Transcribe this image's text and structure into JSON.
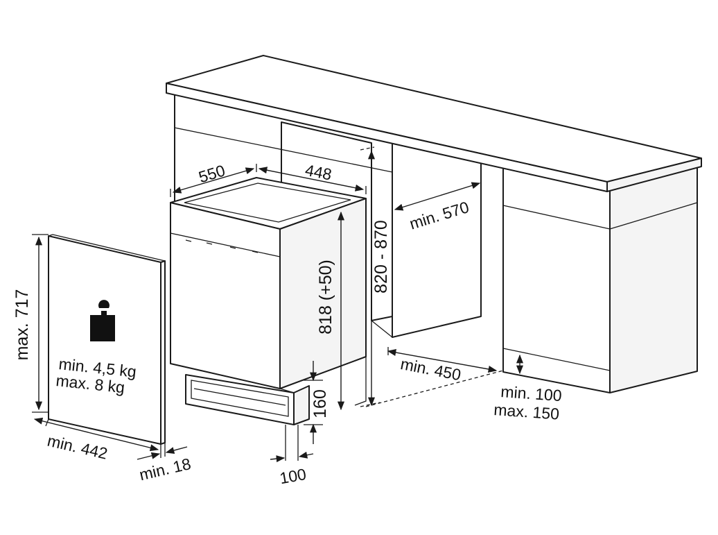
{
  "colors": {
    "line": "#1a1a1a",
    "background": "#ffffff",
    "side_shade": "#f4f4f4"
  },
  "icons": {
    "weight": "weight-icon"
  },
  "dimensions": {
    "appliance_depth": "550",
    "appliance_width": "448",
    "appliance_height": "818 (+50)",
    "niche_height": "820 - 870",
    "niche_depth": "min. 570",
    "niche_width": "min. 450",
    "plinth_height": "160",
    "plinth_depth": "100",
    "door_height": "max. 717",
    "door_width": "min. 442",
    "door_thickness": "min. 18",
    "plinth_gap_min": "min. 100",
    "plinth_gap_max": "max. 150",
    "door_weight_min": "min. 4,5 kg",
    "door_weight_max": "max. 8 kg"
  }
}
